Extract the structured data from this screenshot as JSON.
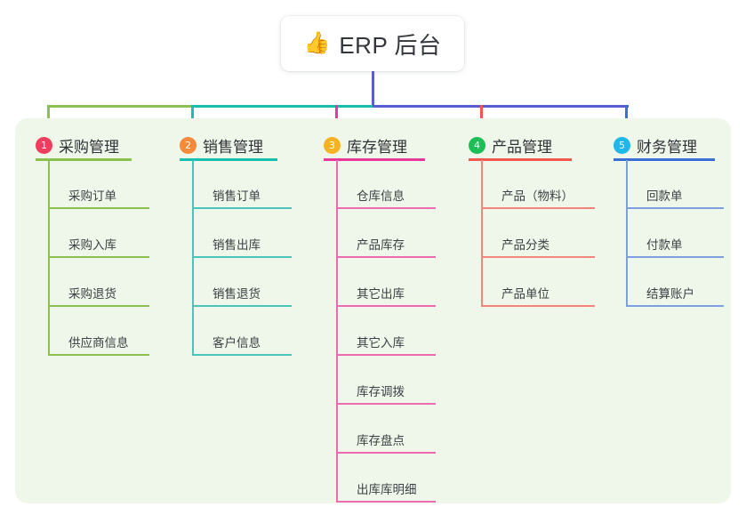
{
  "root": {
    "icon": "thumbs-up-icon",
    "icon_glyph": "👍",
    "label": "ERP 后台"
  },
  "panel": {
    "background": "#eff7ea"
  },
  "connector": {
    "trunk_color": "#5b5bd6",
    "bus_colors": [
      "#8cc152",
      "#18bfae",
      "#5b5bd6",
      "#5b5bd6",
      "#5b5bd6"
    ]
  },
  "columns": [
    {
      "number": "1",
      "badge_color": "#ef3d5e",
      "rule_color": "#8cc152",
      "line_color": "#8cc152",
      "drop_color": "#8cc152",
      "title": "采购管理",
      "items": [
        {
          "label": "采购订单"
        },
        {
          "label": "采购入库"
        },
        {
          "label": "采购退货"
        },
        {
          "label": "供应商信息"
        }
      ]
    },
    {
      "number": "2",
      "badge_color": "#f58a3a",
      "rule_color": "#18bfae",
      "line_color": "#4bc4bb",
      "drop_color": "#18bfae",
      "title": "销售管理",
      "items": [
        {
          "label": "销售订单"
        },
        {
          "label": "销售出库"
        },
        {
          "label": "销售退货"
        },
        {
          "label": "客户信息"
        }
      ]
    },
    {
      "number": "3",
      "badge_color": "#f5b324",
      "rule_color": "#e8399a",
      "line_color": "#ec6ab0",
      "drop_color": "#e8399a",
      "title": "库存管理",
      "items": [
        {
          "label": "仓库信息"
        },
        {
          "label": "产品库存"
        },
        {
          "label": "其它出库"
        },
        {
          "label": "其它入库"
        },
        {
          "label": "库存调拨"
        },
        {
          "label": "库存盘点"
        },
        {
          "label": "出库库明细"
        }
      ]
    },
    {
      "number": "4",
      "badge_color": "#1bbf55",
      "rule_color": "#f4574e",
      "line_color": "#f4847c",
      "drop_color": "#f4574e",
      "title": "产品管理",
      "items": [
        {
          "label": "产品（物料）"
        },
        {
          "label": "产品分类"
        },
        {
          "label": "产品单位"
        }
      ]
    },
    {
      "number": "5",
      "badge_color": "#1fb6e8",
      "rule_color": "#3b6fd4",
      "line_color": "#7d9fe0",
      "drop_color": "#3b6fd4",
      "title": "财务管理",
      "items": [
        {
          "label": "回款单"
        },
        {
          "label": "付款单"
        },
        {
          "label": "结算账户"
        }
      ]
    }
  ]
}
